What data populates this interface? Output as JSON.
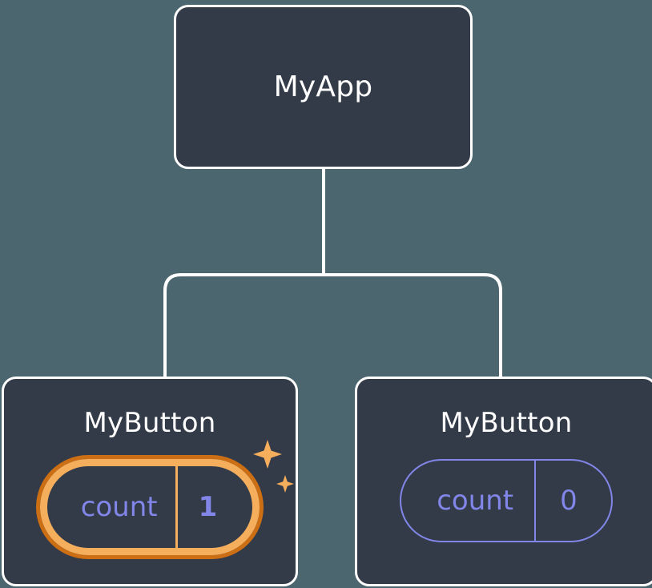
{
  "diagram": {
    "type": "component-tree",
    "background_color": "#4c6670",
    "node_fill_color": "#333b49",
    "node_border_color": "#ffffff",
    "edge_color": "#ffffff",
    "accent_blue": "#8186e8",
    "highlight_inner_color": "#f5ae5c",
    "highlight_outer_color": "#cc6e14",
    "root": {
      "title": "MyApp"
    },
    "children": [
      {
        "title": "MyButton",
        "state": {
          "key": "count",
          "value": "1"
        },
        "highlighted": true,
        "sparkle_icon": "sparkles-icon"
      },
      {
        "title": "MyButton",
        "state": {
          "key": "count",
          "value": "0"
        },
        "highlighted": false
      }
    ]
  }
}
